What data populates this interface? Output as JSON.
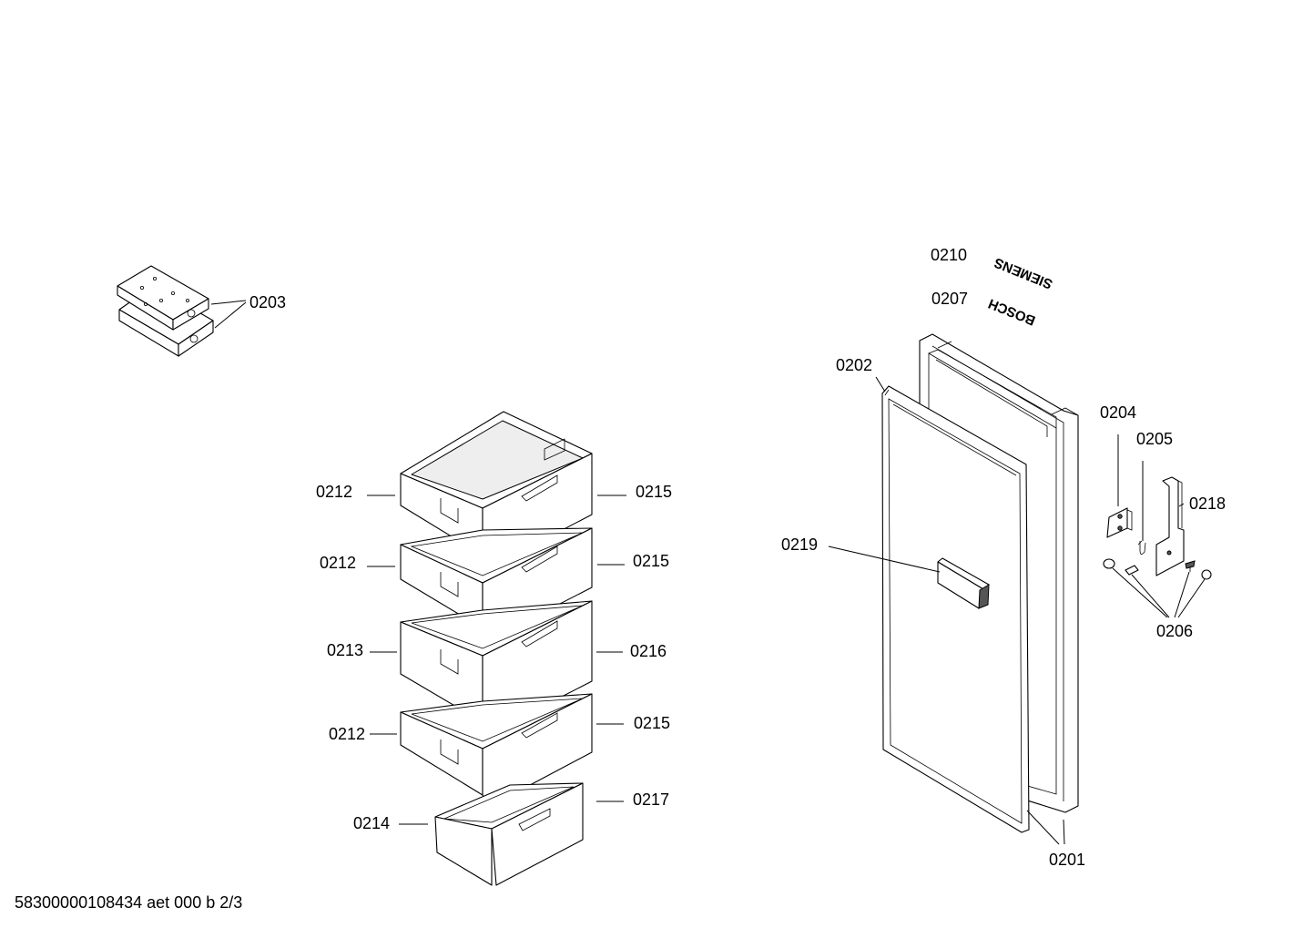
{
  "diagram": {
    "labels": {
      "p0203": "0203",
      "p0210": "0210",
      "p0207": "0207",
      "p0202": "0202",
      "p0204": "0204",
      "p0205": "0205",
      "p0218": "0218",
      "p0219": "0219",
      "p0206": "0206",
      "p0201": "0201",
      "p0212a": "0212",
      "p0212b": "0212",
      "p0213": "0213",
      "p0212c": "0212",
      "p0214": "0214",
      "p0215a": "0215",
      "p0215b": "0215",
      "p0216": "0216",
      "p0215c": "0215",
      "p0217": "0217"
    },
    "logos": {
      "siemens": "SIEMENS",
      "bosch": "BOSCH"
    }
  },
  "footer": {
    "document_id": "58300000108434 aet 000 b 2/3"
  }
}
